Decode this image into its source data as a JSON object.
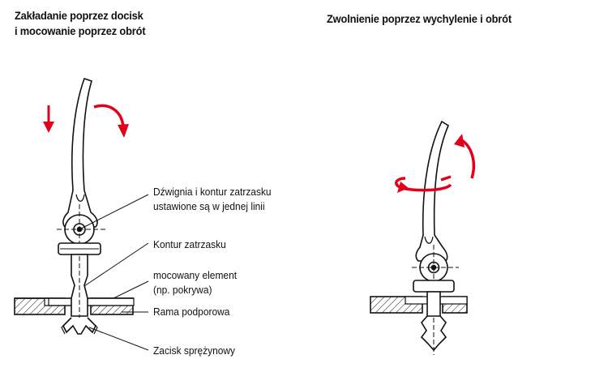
{
  "headings": {
    "left": {
      "line1": "Zakładanie poprzez docisk",
      "line2": "i mocowanie poprzez obrót"
    },
    "right": "Zwolnienie poprzez wychylenie i obrót"
  },
  "callouts": {
    "lever": {
      "line1": "Dźwignia i kontur zatrzasku",
      "line2": "ustawione są w jednej linii"
    },
    "contour": "Kontur zatrzasku",
    "element": {
      "line1": "mocowany element",
      "line2": "(np. pokrywa)"
    },
    "frame": "Rama podporowa",
    "clamp": "Zacisk sprężynowy"
  },
  "colors": {
    "arrow": "#e3001b",
    "line": "#111111"
  },
  "icons": [
    "down-arrow-icon",
    "rotate-clockwise-arrow-icon",
    "tilt-arrow-icon",
    "turn-around-axis-arrow-icon"
  ]
}
